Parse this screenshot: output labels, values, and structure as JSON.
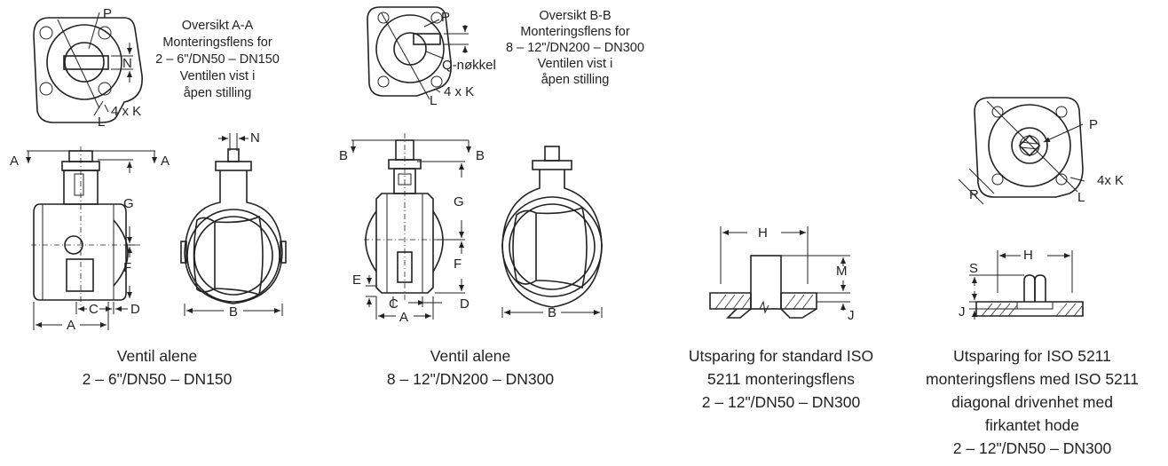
{
  "views": {
    "view_aa": [
      "Oversikt A-A",
      "Monteringsflens for",
      "2 – 6\"/DN50 – DN150",
      "Ventilen vist i",
      "åpen stilling"
    ],
    "view_bb": [
      "Oversikt B-B",
      "Monteringsflens for",
      "8 – 12\"/DN200 – DN300",
      "Ventilen vist i",
      "åpen stilling"
    ]
  },
  "captions": {
    "small_valve": [
      "Ventil alene",
      "2 – 6\"/DN50 – DN150"
    ],
    "large_valve": [
      "Ventil alene",
      "8 – 12\"/DN200 – DN300"
    ],
    "standard_recess": [
      "Utsparing for standard ISO",
      "5211 monteringsflens",
      "2 – 12\"/DN50 – DN300"
    ],
    "diagonal_recess": [
      "Utsparing for ISO 5211",
      "monteringsflens med ISO 5211",
      "diagonal drivenhet med",
      "firkantet hode",
      "2 – 12\"/DN50 – DN300"
    ]
  },
  "labels": {
    "P": "P",
    "N": "N",
    "K4": "4 x K",
    "K4b": "4x K",
    "L": "L",
    "A": "A",
    "B": "B",
    "C": "C",
    "D": "D",
    "E": "E",
    "F": "F",
    "G": "G",
    "H": "H",
    "M": "M",
    "J": "J",
    "S": "S",
    "R": "R",
    "Q": "Q-nøkkel"
  }
}
